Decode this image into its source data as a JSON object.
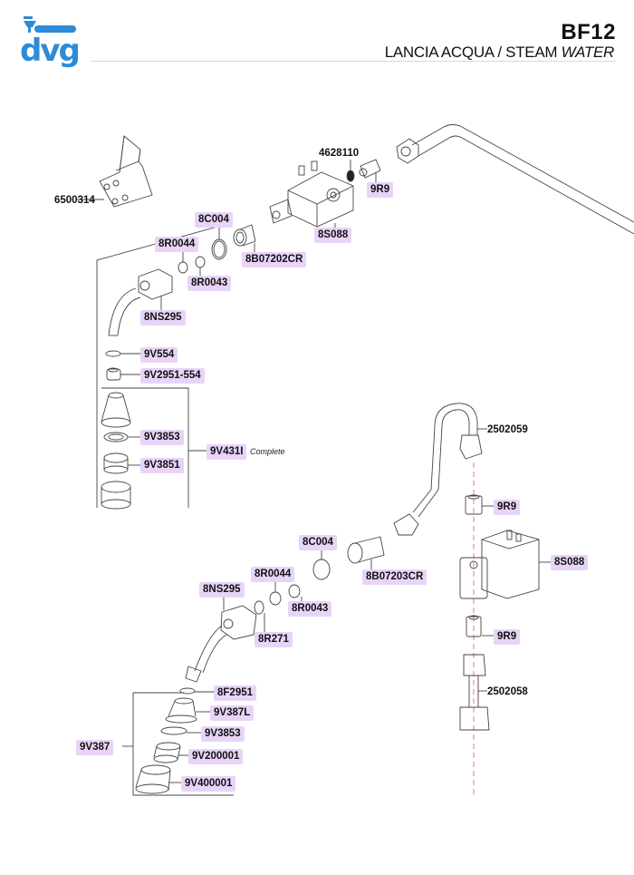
{
  "brand": {
    "logo_text": "dvg",
    "color": "#2e8bd8"
  },
  "header": {
    "code": "BF12",
    "name_it": "LANCIA ACQUA / STEAM",
    "name_en_italic": "WATER"
  },
  "label_color": "#e8d4f8",
  "parts": {
    "bracket": "6500314",
    "oring_small": "4628110",
    "fitting_top": "9R9",
    "valve_top": "8S088",
    "gasket_top": "8C004",
    "washer_top_a": "8R0044",
    "washer_top_b": "8R0043",
    "nipple_top": "8B07202CR",
    "tube_nozzle_top": "8NS295",
    "oring_9v554": "9V554",
    "adapter": "9V2951-554",
    "ring_top": "9V3853",
    "filter_top": "9V3851",
    "kit_top": "9V431I",
    "kit_top_note": "Complete",
    "pipe_upper": "2502059",
    "fitting_mid": "9R9",
    "gasket_bottom": "8C004",
    "nipple_bottom": "8B07203CR",
    "valve_bottom": "8S088",
    "washer_bot_a": "8R0044",
    "washer_bot_b": "8R0043",
    "tube_nozzle_bottom": "8NS295",
    "washer_8r271": "8R271",
    "fitting_bottom": "9R9",
    "pipe_lower": "2502058",
    "oring_8f2951": "8F2951",
    "cone": "9V387L",
    "ring_bottom": "9V3853",
    "filter_bottom": "9V200001",
    "sleeve_bottom": "9V400001",
    "kit_bottom": "9V387"
  }
}
